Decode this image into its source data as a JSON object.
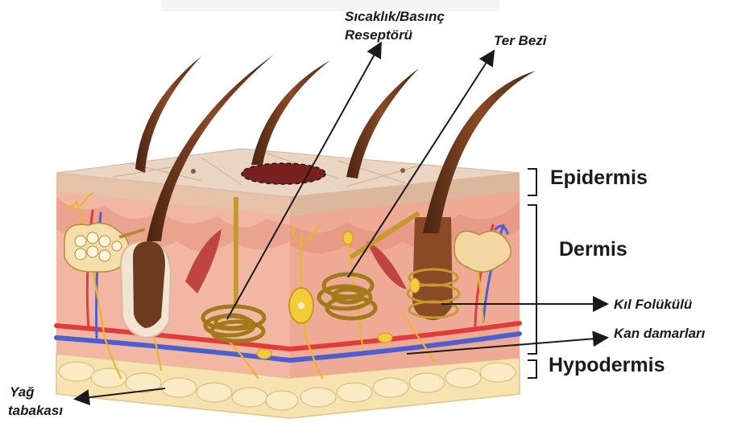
{
  "labels": {
    "sicaklik_line1": "Sıcaklık/Basınç",
    "sicaklik_line2": "Reseptörü",
    "ter_bezi": "Ter Bezi",
    "epidermis": "Epidermis",
    "dermis": "Dermis",
    "kil_folikulu": "Kıl Folükülü",
    "kan_damarlari": "Kan damarları",
    "hypodermis": "Hypodermis",
    "yag_line1": "Yağ",
    "yag_line2": "tabakası"
  },
  "colors": {
    "skin_top": "#ead5c2",
    "dermis": "#f2b7a3",
    "hair": "#6b3a1f",
    "nerve": "#e7b62a",
    "gland": "#c49a2c",
    "artery": "#e23b3b",
    "vein": "#4c5fd0",
    "fat": "#f6e3b0"
  }
}
